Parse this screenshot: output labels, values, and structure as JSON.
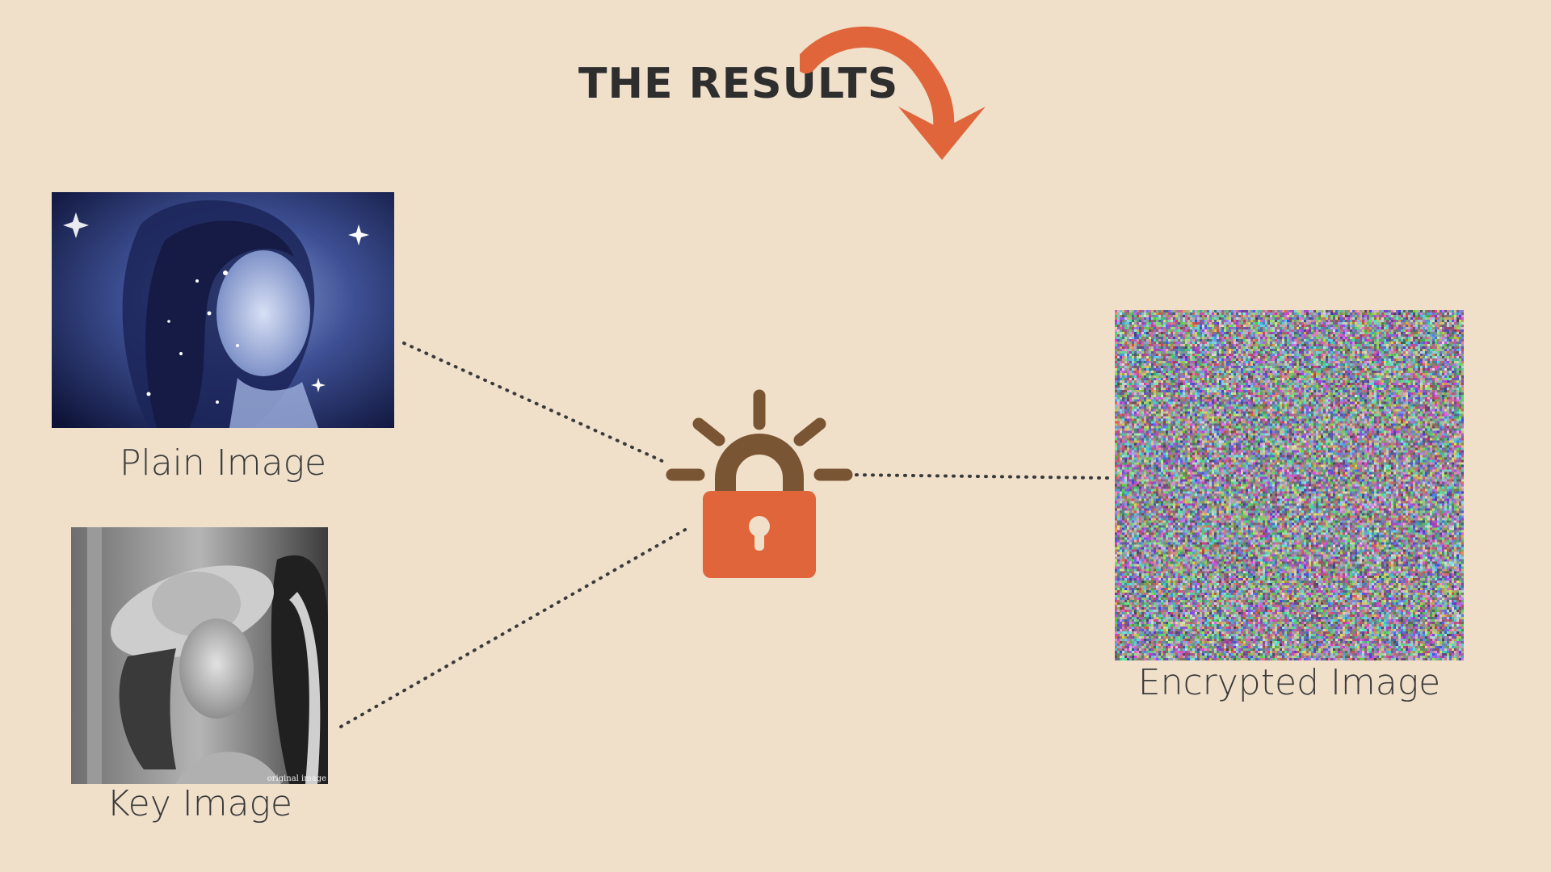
{
  "title": "THE RESULTS",
  "labels": {
    "plain": "Plain Image",
    "key": "Key Image",
    "encrypted": "Encrypted Image"
  },
  "watermark": "original image",
  "icons": {
    "arrow": "curved-arrow-icon",
    "lock": "padlock-icon"
  },
  "colors": {
    "background": "#f0e0ca",
    "accent": "#e0653a",
    "lock_shackle": "#7a5533",
    "text": "#2e2e2e"
  }
}
